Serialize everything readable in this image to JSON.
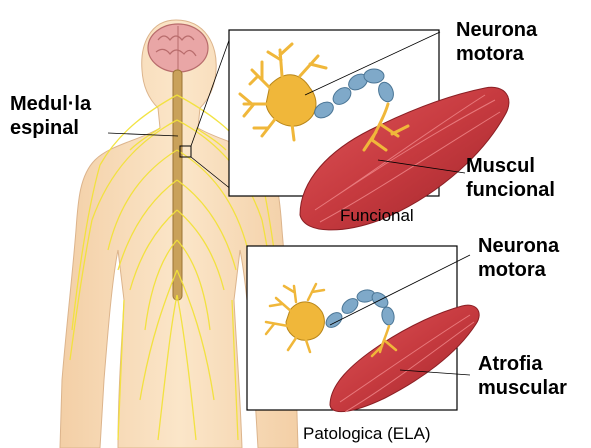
{
  "labels": {
    "spinal_cord": [
      "Medul·la",
      "espinal"
    ],
    "motor_neuron_top": [
      "Neurona",
      "motora"
    ],
    "functional_muscle": [
      "Muscul",
      "funcional"
    ],
    "motor_neuron_bottom": [
      "Neurona",
      "motora"
    ],
    "muscle_atrophy": [
      "Atrofia",
      "muscular"
    ]
  },
  "captions": {
    "top_panel": "Funcional",
    "bottom_panel": "Patologica (ELA)"
  },
  "colors": {
    "body_skin": "#f7dcb8",
    "nerves": "#f2e23a",
    "spinal_cord": "#c9a15a",
    "brain": "#e9a6a6",
    "neuron_body": "#f0b73a",
    "myelin": "#7fa9c9",
    "muscle": "#c63a3f"
  }
}
